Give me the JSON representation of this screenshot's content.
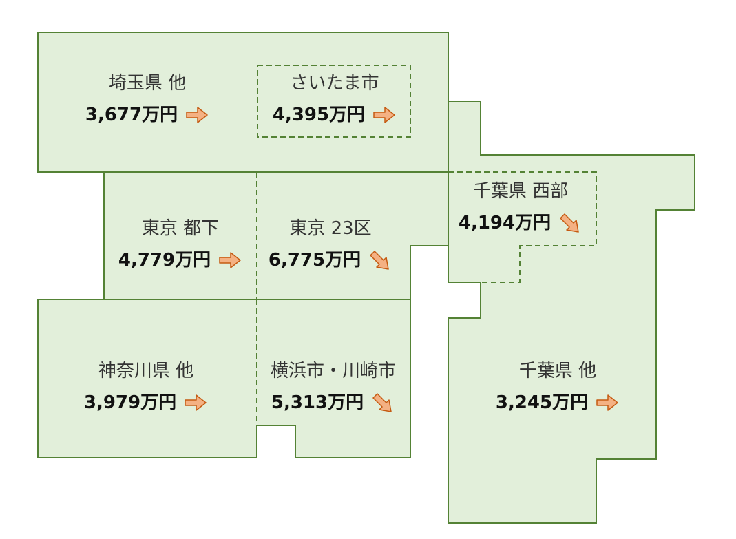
{
  "colors": {
    "region_fill": "#e2efda",
    "region_border": "#548235",
    "arrow_fill": "#f4b183",
    "arrow_stroke": "#c55a11"
  },
  "regions": [
    {
      "id": "saitama-other",
      "name": "埼玉県 他",
      "price": "3,677万円",
      "trend_icon": "arrow-right-icon"
    },
    {
      "id": "saitama-city",
      "name": "さいたま市",
      "price": "4,395万円",
      "trend_icon": "arrow-right-icon"
    },
    {
      "id": "tokyo-tama",
      "name": "東京 都下",
      "price": "4,779万円",
      "trend_icon": "arrow-right-icon"
    },
    {
      "id": "tokyo-23ku",
      "name": "東京 23区",
      "price": "6,775万円",
      "trend_icon": "arrow-down-right-icon"
    },
    {
      "id": "chiba-west",
      "name": "千葉県 西部",
      "price": "4,194万円",
      "trend_icon": "arrow-down-right-icon"
    },
    {
      "id": "kanagawa-other",
      "name": "神奈川県 他",
      "price": "3,979万円",
      "trend_icon": "arrow-right-icon"
    },
    {
      "id": "yokohama-kawasaki",
      "name": "横浜市・川崎市",
      "price": "5,313万円",
      "trend_icon": "arrow-down-right-icon"
    },
    {
      "id": "chiba-other",
      "name": "千葉県 他",
      "price": "3,245万円",
      "trend_icon": "arrow-right-icon"
    }
  ]
}
